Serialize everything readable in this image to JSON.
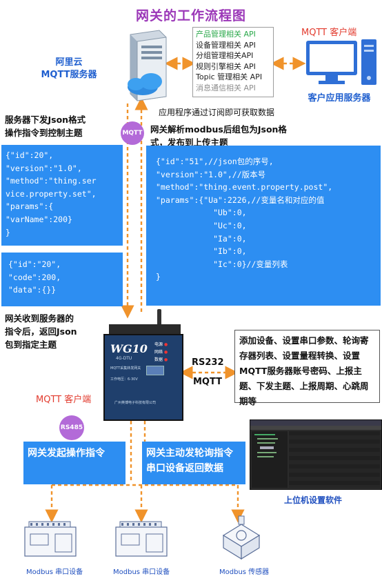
{
  "title": "网关的工作流程图",
  "aliyun": {
    "line1": "阿里云",
    "line2": "MQTT服务器"
  },
  "mqtt_client_top": "MQTT 客户端",
  "client_app_server": "客户应用服务器",
  "api_list": [
    "产品管理相关 API",
    "设备管理相关 API",
    "分组管理相关API",
    "规则引擎相关 API",
    "Topic 管理相关 API",
    "消息通信相关 API"
  ],
  "subscribe_note": "应用程序通过订阅即可获取数据",
  "server_send_note": {
    "line1": "服务器下发Json格式",
    "line2": "操作指令到控制主题"
  },
  "gateway_parse_note": {
    "line1": "网关解析modbus后组包为Json格",
    "line2": "式，发布到上传主题"
  },
  "mqtt_badge": "MQTT",
  "rs485_badge": "RS485",
  "json_down": "{\"id\":20\",\n\"version\":\"1.0\",\n\"method\":\"thing.ser\nvice.property.set\",\n\"params\":{\n\"varName\":200}\n}",
  "json_reply": "{\"id\":\"20\",\n\"code\":200,\n\"data\":{}}",
  "json_up": "{\"id\":\"51\",//json包的序号,\n\"version\":\"1.0\",//版本号\n\"method\":\"thing.event.property.post\",\n\"params\":{\"Ua\":2226,//变量名和对应的值\n            \"Ub\":0,\n            \"Uc\":0,\n            \"Ia\":0,\n            \"Ib\":0,\n            \"Ic\":0}//变量列表\n}",
  "gateway_reply_note": {
    "line1": "网关收到服务器的",
    "line2": "指令后，返回Json",
    "line3": "包到指定主题"
  },
  "device": {
    "brand": "WG10",
    "sub": "4G-DTU",
    "lights": [
      "电源",
      "网络",
      "数据"
    ],
    "small1": "MQTT采集转发网关",
    "small2": "工作电压：6-30V",
    "vendor": "广州英博电子科技有限公司"
  },
  "rs232": "RS232",
  "mqtt_side": "MQTT",
  "config_box": "添加设备、设置串口参数、轮询寄存器列表、设置量程转换、设置MQTT服务器账号密码、上报主题、下发主题、上报周期、心跳周期等",
  "mqtt_client_bottom": "MQTT 客户端",
  "flow_left": "网关发起操作指令",
  "flow_right": "网关主动发轮询指令串口设备返回数据",
  "software_caption": "上位机设置软件",
  "device_labels": [
    "Modbus 串口设备",
    "Modbus 串口设备",
    "Modbus 传感器"
  ],
  "colors": {
    "panel": "#2d8ef2",
    "arrow": "#f0932b",
    "title": "#9b37b8",
    "badge": "#b36ad8"
  }
}
